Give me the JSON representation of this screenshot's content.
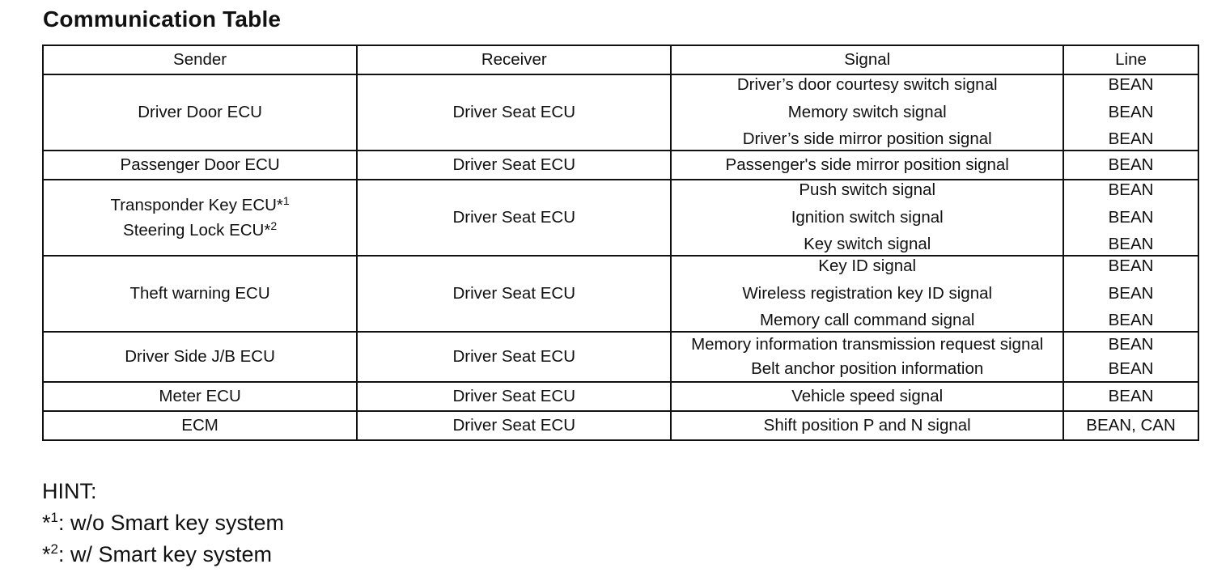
{
  "title": "Communication Table",
  "table": {
    "headers": {
      "sender": "Sender",
      "receiver": "Receiver",
      "signal": "Signal",
      "line": "Line"
    },
    "rows": [
      {
        "sender": "Driver Door ECU",
        "receiver": "Driver Seat ECU",
        "signals": [
          {
            "signal": "Driver’s door courtesy switch signal",
            "line": "BEAN"
          },
          {
            "signal": "Memory switch signal",
            "line": "BEAN"
          },
          {
            "signal": "Driver’s side mirror position signal",
            "line": "BEAN"
          }
        ]
      },
      {
        "sender": "Passenger Door ECU",
        "receiver": "Driver Seat ECU",
        "signals": [
          {
            "signal": "Passenger's side mirror position signal",
            "line": "BEAN"
          }
        ]
      },
      {
        "sender_lines": [
          {
            "text": "Transponder Key ECU*",
            "sup": "1"
          },
          {
            "text": "Steering Lock ECU*",
            "sup": "2"
          }
        ],
        "receiver": "Driver Seat ECU",
        "signals": [
          {
            "signal": "Push switch signal",
            "line": "BEAN"
          },
          {
            "signal": "Ignition switch signal",
            "line": "BEAN"
          },
          {
            "signal": "Key switch signal",
            "line": "BEAN"
          }
        ]
      },
      {
        "sender": "Theft warning ECU",
        "receiver": "Driver Seat ECU",
        "signals": [
          {
            "signal": "Key ID signal",
            "line": "BEAN"
          },
          {
            "signal": "Wireless registration key ID signal",
            "line": "BEAN"
          },
          {
            "signal": "Memory call command signal",
            "line": "BEAN"
          }
        ]
      },
      {
        "sender": "Driver Side J/B ECU",
        "receiver": "Driver Seat ECU",
        "signals": [
          {
            "signal": "Memory information transmission request signal",
            "line": "BEAN"
          },
          {
            "signal": "Belt anchor position information",
            "line": "BEAN"
          }
        ]
      },
      {
        "sender": "Meter ECU",
        "receiver": "Driver Seat ECU",
        "signals": [
          {
            "signal": "Vehicle speed signal",
            "line": "BEAN"
          }
        ]
      },
      {
        "sender": "ECM",
        "receiver": "Driver Seat ECU",
        "signals": [
          {
            "signal": "Shift position P and N signal",
            "line": "BEAN, CAN"
          }
        ]
      }
    ]
  },
  "hint": {
    "label": "HINT:",
    "notes": [
      {
        "mark": "*",
        "sup": "1",
        "text": ": w/o Smart key system"
      },
      {
        "mark": "*",
        "sup": "2",
        "text": ": w/ Smart key system"
      }
    ]
  }
}
